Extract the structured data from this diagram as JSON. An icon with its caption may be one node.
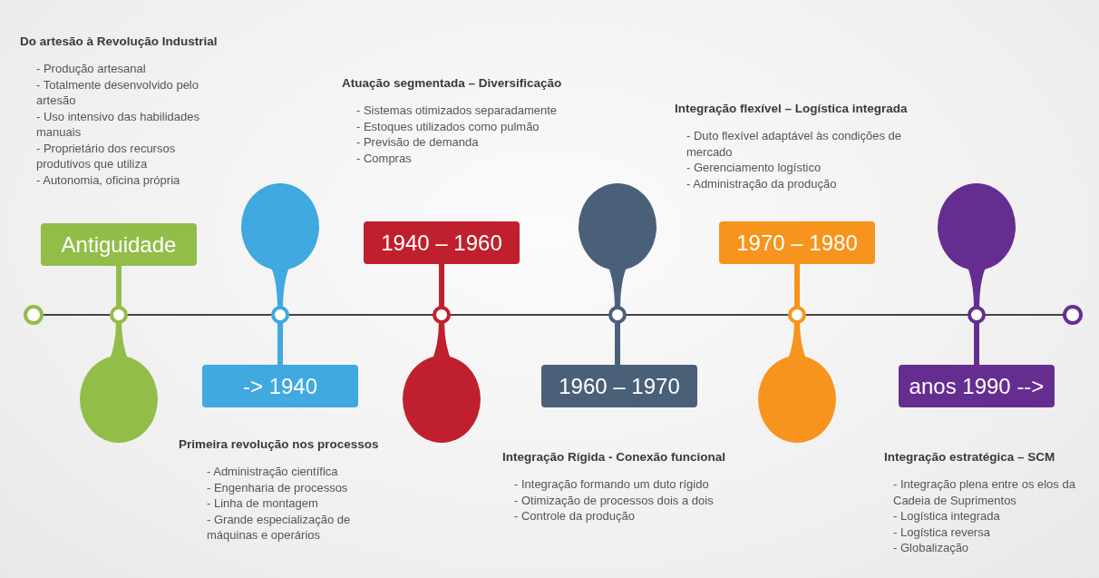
{
  "diagram": {
    "nodes": [
      {
        "text": [
          "Antiguidade"
        ]
      },
      {
        "text": [
          "-> 1940"
        ]
      },
      {
        "text": [
          "1940 – 1960"
        ]
      },
      {
        "text": [
          "1960 – 1970"
        ]
      },
      {
        "text": [
          "1970 – 1980"
        ]
      },
      {
        "text": [
          "anos 1990 -->"
        ]
      }
    ],
    "labels": [
      "Do artesão à Revolução Industrial",
      "- Produção artesanal",
      "- Totalmente desenvolvido pelo artesão",
      "- Uso intensivo das habilidades manuais",
      "- Proprietário dos recursos produtivos que utiliza",
      "- Autonomia, oficina própria",
      "Primeira revolução nos processos",
      "- Administração científica",
      "- Engenharia de processos",
      "- Linha de montagem",
      "- Grande especialização de máquinas e operários",
      "Atuação segmentada – Diversificação",
      "- Sistemas otimizados separadamente",
      "- Estoques utilizados como pulmão",
      "- Previsão de demanda",
      "- Compras",
      "Integração Rígida - Conexão funcional",
      "- Integração formando um duto rígido",
      "- Otimização de processos dois a dois",
      "- Controle da produção",
      "Integração flexível – Logística integrada",
      "- Duto flexível adaptável às condições de mercado",
      "- Gerenciamento logístico",
      "- Administração da produção",
      "Integração estratégica – SCM",
      "- Integração plena entre os elos da Cadeia de Suprimentos",
      "- Logística integrada",
      "- Logística reversa",
      "- Globalização"
    ]
  }
}
